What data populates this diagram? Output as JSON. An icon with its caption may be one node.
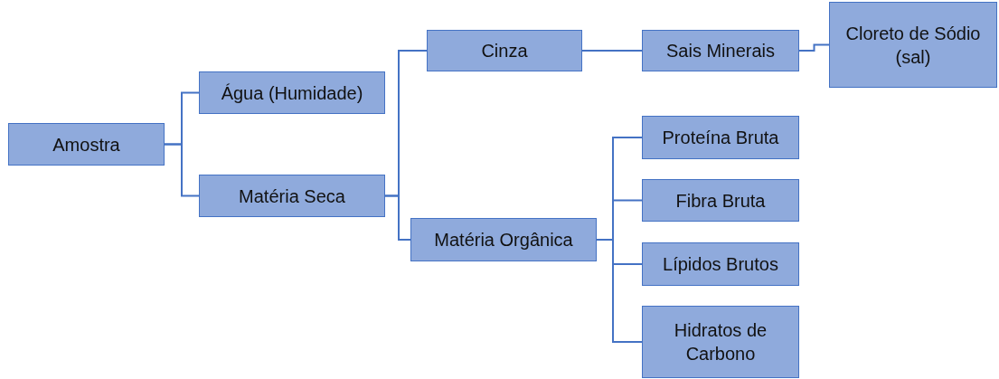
{
  "diagram": {
    "nodes": [
      {
        "text": [
          "Amostra"
        ]
      },
      {
        "text": [
          "Água (Humidade)"
        ]
      },
      {
        "text": [
          "Matéria Seca"
        ]
      },
      {
        "text": [
          "Cinza"
        ]
      },
      {
        "text": [
          "Matéria Orgânica"
        ]
      },
      {
        "text": [
          "Sais Minerais"
        ]
      },
      {
        "text": [
          "Cloreto de Sódio (sal)"
        ]
      },
      {
        "text": [
          "Proteína Bruta"
        ]
      },
      {
        "text": [
          "Fibra Bruta"
        ]
      },
      {
        "text": [
          "Lípidos Brutos"
        ]
      },
      {
        "text": [
          "Hidratos de Carbono"
        ]
      }
    ],
    "edges": [
      {
        "from": 0,
        "to": 1,
        "arrow": "none"
      },
      {
        "from": 0,
        "to": 2,
        "arrow": "none"
      },
      {
        "from": 2,
        "to": 3,
        "arrow": "none"
      },
      {
        "from": 2,
        "to": 4,
        "arrow": "none"
      },
      {
        "from": 3,
        "to": 5,
        "arrow": "none"
      },
      {
        "from": 5,
        "to": 6,
        "arrow": "none"
      },
      {
        "from": 4,
        "to": 7,
        "arrow": "none"
      },
      {
        "from": 4,
        "to": 8,
        "arrow": "none"
      },
      {
        "from": 4,
        "to": 9,
        "arrow": "none"
      },
      {
        "from": 4,
        "to": 10,
        "arrow": "none"
      }
    ]
  }
}
